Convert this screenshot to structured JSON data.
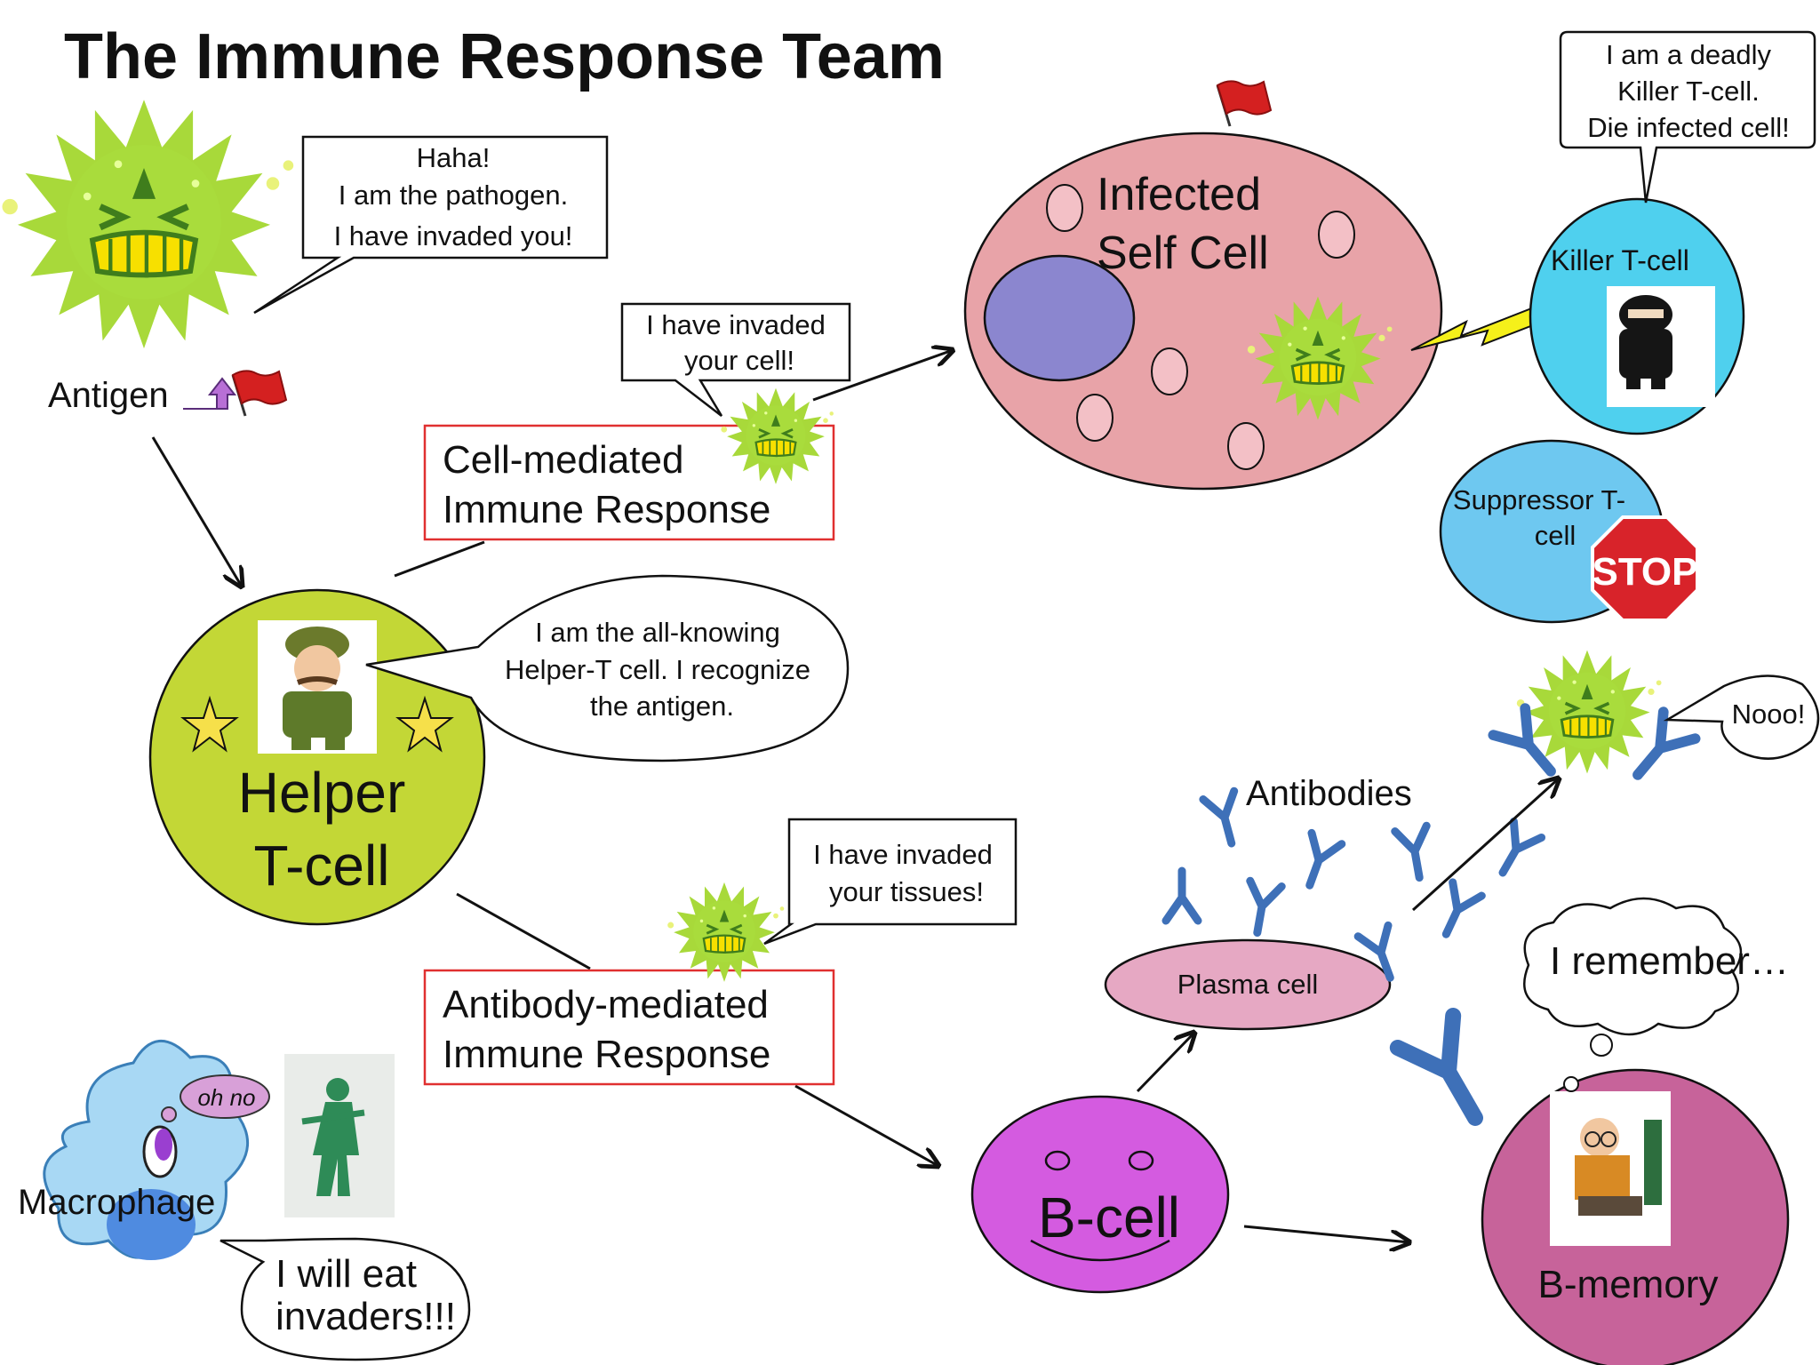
{
  "title": "The Immune Response Team",
  "antigen": {
    "label": "Antigen",
    "speech": [
      "Haha!",
      "I am the pathogen.",
      "I have invaded you!"
    ]
  },
  "infected_cell": {
    "label_line1": "Infected",
    "label_line2": "Self Cell",
    "invader_speech": [
      "I have invaded",
      "your cell!"
    ]
  },
  "killer_tcell": {
    "label": "Killer T-cell",
    "speech": [
      "I am a deadly",
      "Killer T-cell.",
      "Die infected cell!"
    ]
  },
  "suppressor_tcell": {
    "label_line1": "Suppressor T-",
    "label_line2": "cell",
    "stop_sign": "STOP"
  },
  "helper_tcell": {
    "label_line1": "Helper",
    "label_line2": "T-cell",
    "speech": [
      "I am the all-knowing",
      "Helper-T cell. I recognize",
      "the antigen."
    ]
  },
  "cell_mediated": {
    "line1": "Cell-mediated",
    "line2": "Immune Response"
  },
  "antibody_mediated": {
    "line1": "Antibody-mediated",
    "line2": "Immune Response",
    "invader_speech": [
      "I have invaded",
      "your tissues!"
    ]
  },
  "antibodies_label": "Antibodies",
  "plasma_cell": "Plasma cell",
  "neutralized_speech": "Nooo!",
  "b_cell": "B-cell",
  "b_memory": {
    "label": "B-memory",
    "thought": "I remember…"
  },
  "macrophage": {
    "label": "Macrophage",
    "thought": "oh no",
    "speech": [
      "I will eat",
      "invaders!!!"
    ]
  },
  "colors": {
    "antigen_green": "#b6e04a",
    "infected_cell": "#e8a3a8",
    "killer_cell": "#4fd0ee",
    "suppressor_cell": "#6ec8f0",
    "helper_cell": "#c3d736",
    "b_cell": "#d45be0",
    "b_memory": "#c7639a",
    "plasma_cell": "#e6a8c3",
    "antibody_blue": "#3e70b8",
    "box_border": "#e03030"
  }
}
